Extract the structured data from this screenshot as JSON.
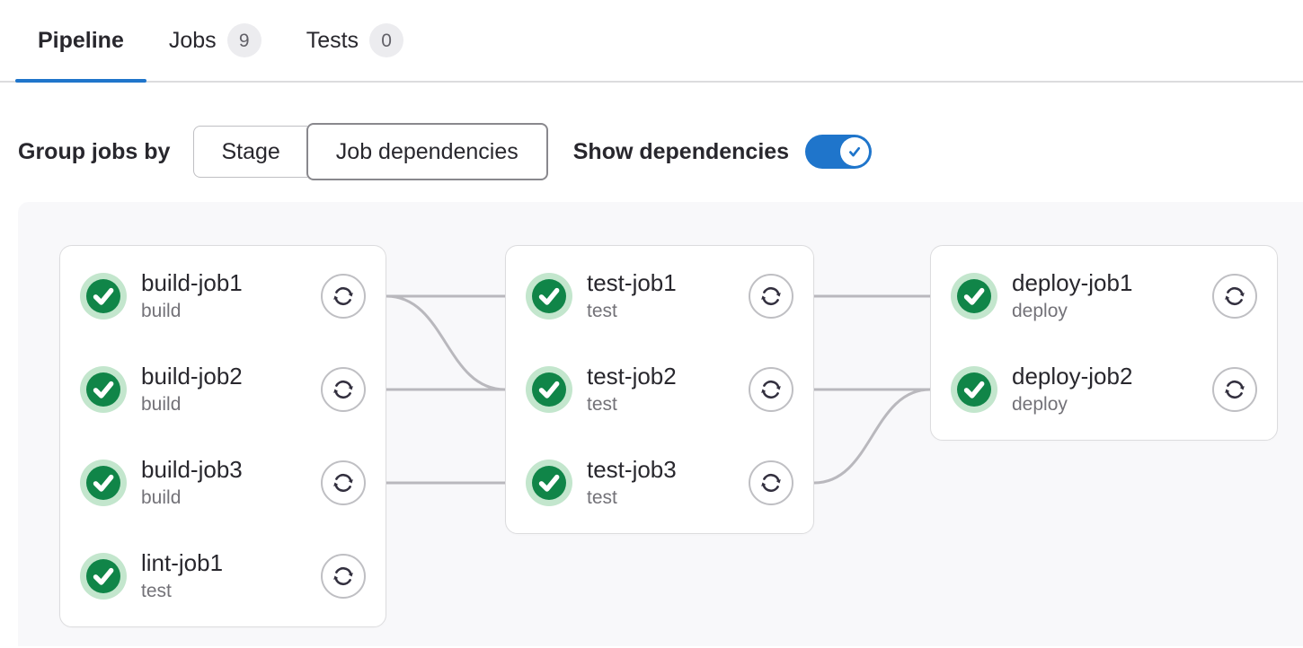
{
  "tabs": [
    {
      "label": "Pipeline",
      "active": true
    },
    {
      "label": "Jobs",
      "badge": "9",
      "active": false
    },
    {
      "label": "Tests",
      "badge": "0",
      "active": false
    }
  ],
  "controls": {
    "group_jobs_by_label": "Group jobs by",
    "group_options": [
      {
        "label": "Stage",
        "selected": false
      },
      {
        "label": "Job dependencies",
        "selected": true
      }
    ],
    "show_dependencies_label": "Show dependencies",
    "show_dependencies_on": true
  },
  "graph": {
    "columns": [
      {
        "jobs": [
          {
            "name": "build-job1",
            "stage": "build",
            "status": "success"
          },
          {
            "name": "build-job2",
            "stage": "build",
            "status": "success"
          },
          {
            "name": "build-job3",
            "stage": "build",
            "status": "success"
          },
          {
            "name": "lint-job1",
            "stage": "test",
            "status": "success"
          }
        ]
      },
      {
        "jobs": [
          {
            "name": "test-job1",
            "stage": "test",
            "status": "success"
          },
          {
            "name": "test-job2",
            "stage": "test",
            "status": "success"
          },
          {
            "name": "test-job3",
            "stage": "test",
            "status": "success"
          }
        ]
      },
      {
        "jobs": [
          {
            "name": "deploy-job1",
            "stage": "deploy",
            "status": "success"
          },
          {
            "name": "deploy-job2",
            "stage": "deploy",
            "status": "success"
          }
        ]
      }
    ],
    "links": [
      {
        "from": "build-job1",
        "to": "test-job1",
        "from_pos": [
          0,
          0
        ],
        "to_pos": [
          1,
          0
        ]
      },
      {
        "from": "build-job1",
        "to": "test-job2",
        "from_pos": [
          0,
          0
        ],
        "to_pos": [
          1,
          1
        ]
      },
      {
        "from": "build-job2",
        "to": "test-job2",
        "from_pos": [
          0,
          1
        ],
        "to_pos": [
          1,
          1
        ]
      },
      {
        "from": "build-job3",
        "to": "test-job3",
        "from_pos": [
          0,
          2
        ],
        "to_pos": [
          1,
          2
        ]
      },
      {
        "from": "test-job1",
        "to": "deploy-job1",
        "from_pos": [
          1,
          0
        ],
        "to_pos": [
          2,
          0
        ]
      },
      {
        "from": "test-job2",
        "to": "deploy-job2",
        "from_pos": [
          1,
          1
        ],
        "to_pos": [
          2,
          1
        ]
      },
      {
        "from": "test-job3",
        "to": "deploy-job2",
        "from_pos": [
          1,
          2
        ],
        "to_pos": [
          2,
          1
        ]
      }
    ]
  },
  "icons": {
    "status_success": "success-check-icon",
    "retry": "retry-icon",
    "toggle_check": "check-icon"
  },
  "colors": {
    "accent_blue": "#1f75cb",
    "success_green": "#108548",
    "success_ring_green": "#c3e6cd",
    "dependency_line_gray": "#b9b8bd",
    "card_border_gray": "#dcdcde",
    "text_dark": "#28272d",
    "text_gray": "#737278",
    "badge_bg": "#ececef",
    "graph_bg": "#f8f8fa"
  }
}
